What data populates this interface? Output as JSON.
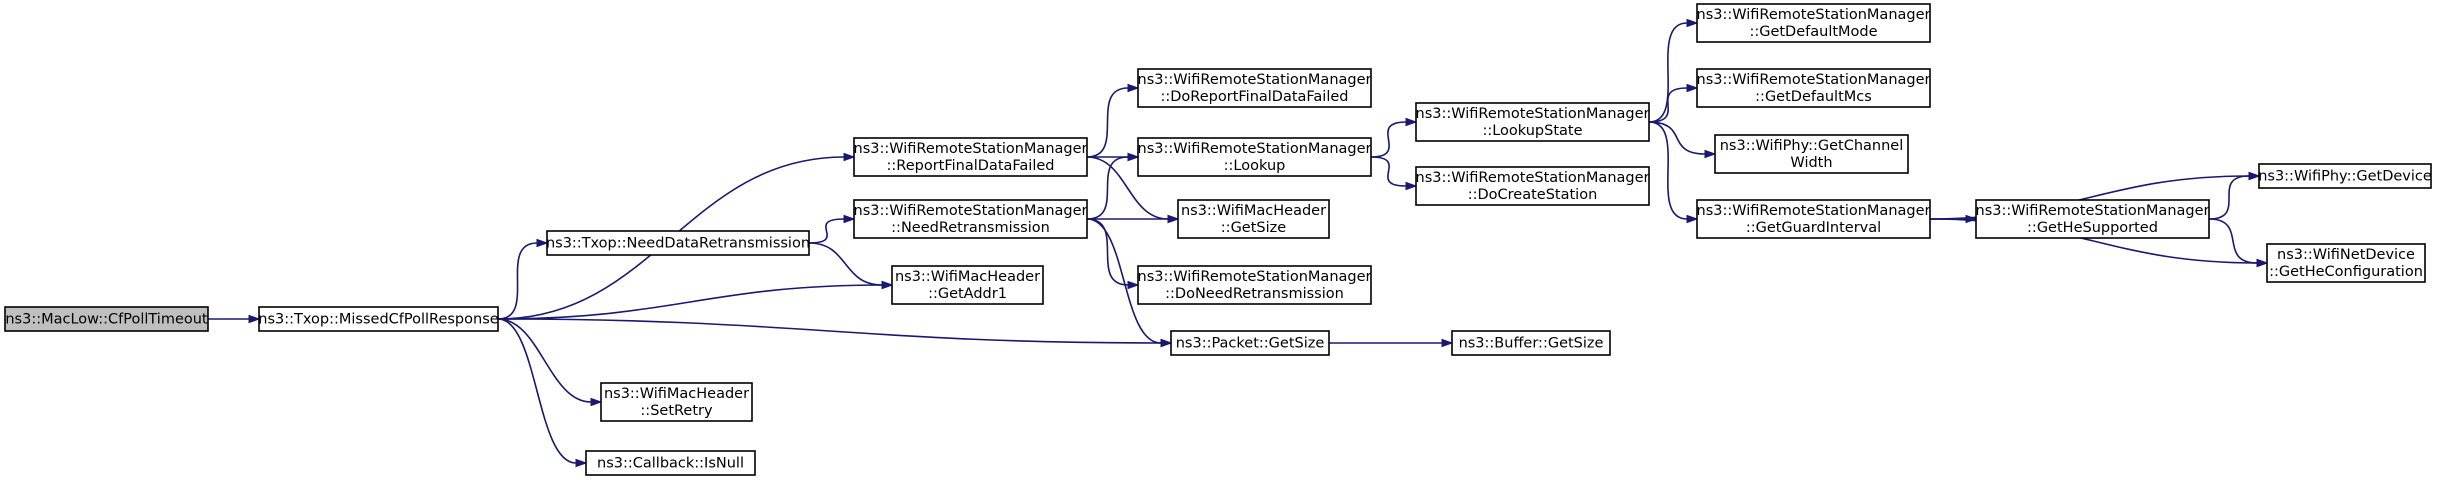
{
  "diagram": {
    "nodes": [
      {
        "id": "cfpoll",
        "lines": [
          "ns3::MacLow::CfPollTimeout"
        ],
        "root": true
      },
      {
        "id": "missed",
        "lines": [
          "ns3::Txop::MissedCfPollResponse"
        ]
      },
      {
        "id": "reportfinal",
        "lines": [
          "ns3::WifiRemoteStationManager",
          "::ReportFinalDataFailed"
        ]
      },
      {
        "id": "needdataretx",
        "lines": [
          "ns3::Txop::NeedDataRetransmission"
        ]
      },
      {
        "id": "getaddr1",
        "lines": [
          "ns3::WifiMacHeader",
          "::GetAddr1"
        ]
      },
      {
        "id": "setretry",
        "lines": [
          "ns3::WifiMacHeader",
          "::SetRetry"
        ]
      },
      {
        "id": "isnull",
        "lines": [
          "ns3::Callback::IsNull"
        ]
      },
      {
        "id": "packetgetsize",
        "lines": [
          "ns3::Packet::GetSize"
        ]
      },
      {
        "id": "doreport",
        "lines": [
          "ns3::WifiRemoteStationManager",
          "::DoReportFinalDataFailed"
        ]
      },
      {
        "id": "lookup",
        "lines": [
          "ns3::WifiRemoteStationManager",
          "::Lookup"
        ]
      },
      {
        "id": "macgetsize",
        "lines": [
          "ns3::WifiMacHeader",
          "::GetSize"
        ]
      },
      {
        "id": "needretx",
        "lines": [
          "ns3::WifiRemoteStationManager",
          "::NeedRetransmission"
        ]
      },
      {
        "id": "doneedretx",
        "lines": [
          "ns3::WifiRemoteStationManager",
          "::DoNeedRetransmission"
        ]
      },
      {
        "id": "buffergetsize",
        "lines": [
          "ns3::Buffer::GetSize"
        ]
      },
      {
        "id": "lookupstate",
        "lines": [
          "ns3::WifiRemoteStationManager",
          "::LookupState"
        ]
      },
      {
        "id": "docreate",
        "lines": [
          "ns3::WifiRemoteStationManager",
          "::DoCreateStation"
        ]
      },
      {
        "id": "defaultmode",
        "lines": [
          "ns3::WifiRemoteStationManager",
          "::GetDefaultMode"
        ]
      },
      {
        "id": "defaultmcs",
        "lines": [
          "ns3::WifiRemoteStationManager",
          "::GetDefaultMcs"
        ]
      },
      {
        "id": "channelwidth",
        "lines": [
          "ns3::WifiPhy::GetChannel",
          "Width"
        ]
      },
      {
        "id": "guardinterval",
        "lines": [
          "ns3::WifiRemoteStationManager",
          "::GetGuardInterval"
        ]
      },
      {
        "id": "hesupported",
        "lines": [
          "ns3::WifiRemoteStationManager",
          "::GetHeSupported"
        ]
      },
      {
        "id": "getdevice",
        "lines": [
          "ns3::WifiPhy::GetDevice"
        ]
      },
      {
        "id": "heconfig",
        "lines": [
          "ns3::WifiNetDevice",
          "::GetHeConfiguration"
        ]
      }
    ],
    "edges": [
      [
        "cfpoll",
        "missed"
      ],
      [
        "missed",
        "reportfinal"
      ],
      [
        "missed",
        "needdataretx"
      ],
      [
        "missed",
        "getaddr1"
      ],
      [
        "missed",
        "packetgetsize"
      ],
      [
        "missed",
        "setretry"
      ],
      [
        "missed",
        "isnull"
      ],
      [
        "reportfinal",
        "doreport"
      ],
      [
        "reportfinal",
        "lookup"
      ],
      [
        "reportfinal",
        "macgetsize"
      ],
      [
        "needdataretx",
        "needretx"
      ],
      [
        "needdataretx",
        "getaddr1"
      ],
      [
        "needretx",
        "lookup"
      ],
      [
        "needretx",
        "macgetsize"
      ],
      [
        "needretx",
        "doneedretx"
      ],
      [
        "needretx",
        "packetgetsize"
      ],
      [
        "packetgetsize",
        "buffergetsize"
      ],
      [
        "lookup",
        "lookupstate"
      ],
      [
        "lookup",
        "docreate"
      ],
      [
        "lookupstate",
        "defaultmode"
      ],
      [
        "lookupstate",
        "defaultmcs"
      ],
      [
        "lookupstate",
        "channelwidth"
      ],
      [
        "lookupstate",
        "guardinterval"
      ],
      [
        "guardinterval",
        "getdevice"
      ],
      [
        "guardinterval",
        "hesupported"
      ],
      [
        "guardinterval",
        "heconfig"
      ],
      [
        "hesupported",
        "getdevice"
      ],
      [
        "hesupported",
        "heconfig"
      ]
    ]
  }
}
